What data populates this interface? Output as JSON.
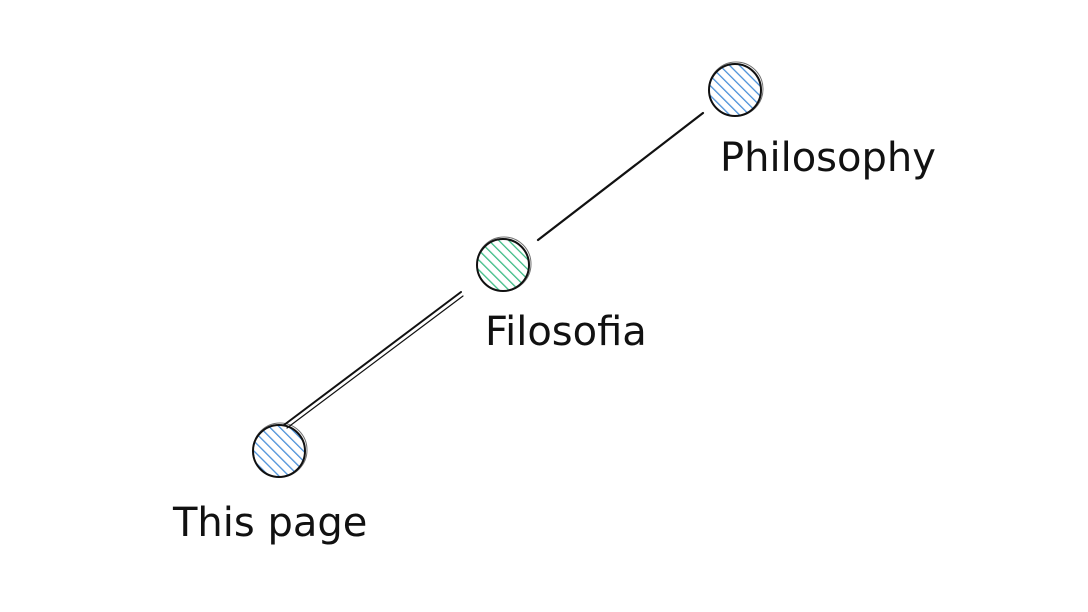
{
  "nodes": [
    {
      "id": "this-page",
      "label": "This page",
      "fill": "#4a90d9"
    },
    {
      "id": "filosofia",
      "label": "Filosofia",
      "fill": "#3dbb85"
    },
    {
      "id": "philosophy",
      "label": "Philosophy",
      "fill": "#4a90d9"
    }
  ],
  "edges": [
    {
      "from": "this-page",
      "to": "filosofia"
    },
    {
      "from": "filosofia",
      "to": "philosophy"
    }
  ],
  "colors": {
    "stroke": "#111111",
    "blue_hatch": "#4a90d9",
    "green_hatch": "#3dbb85"
  }
}
